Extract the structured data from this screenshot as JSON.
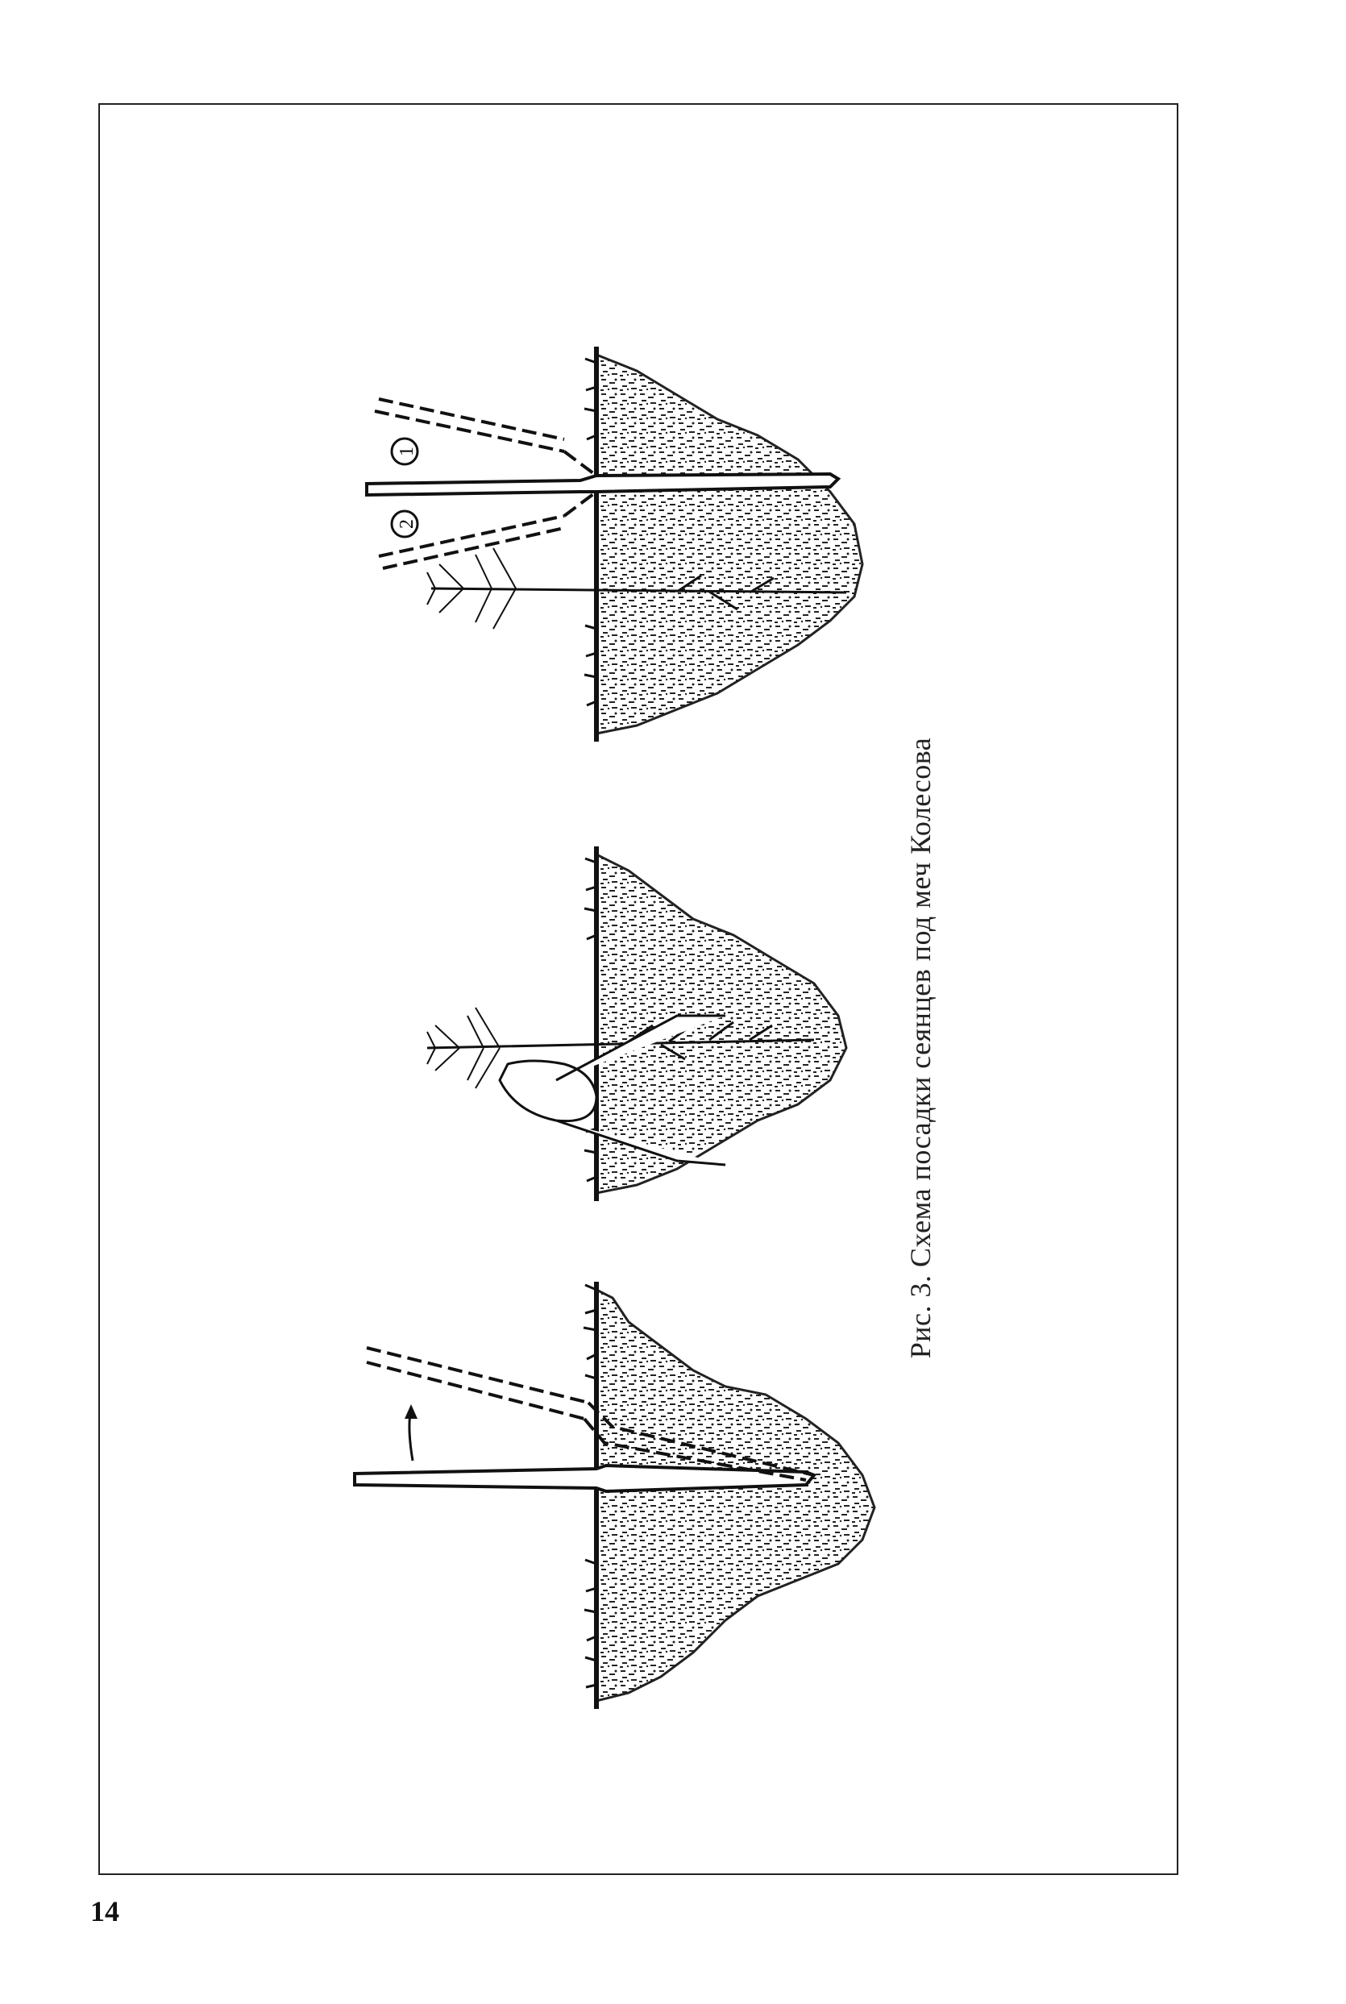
{
  "figure": {
    "caption": "Рис. 3. Схема посадки сеянцев под меч Колесова",
    "markers": [
      "1",
      "2"
    ]
  },
  "page": {
    "number": "14"
  }
}
